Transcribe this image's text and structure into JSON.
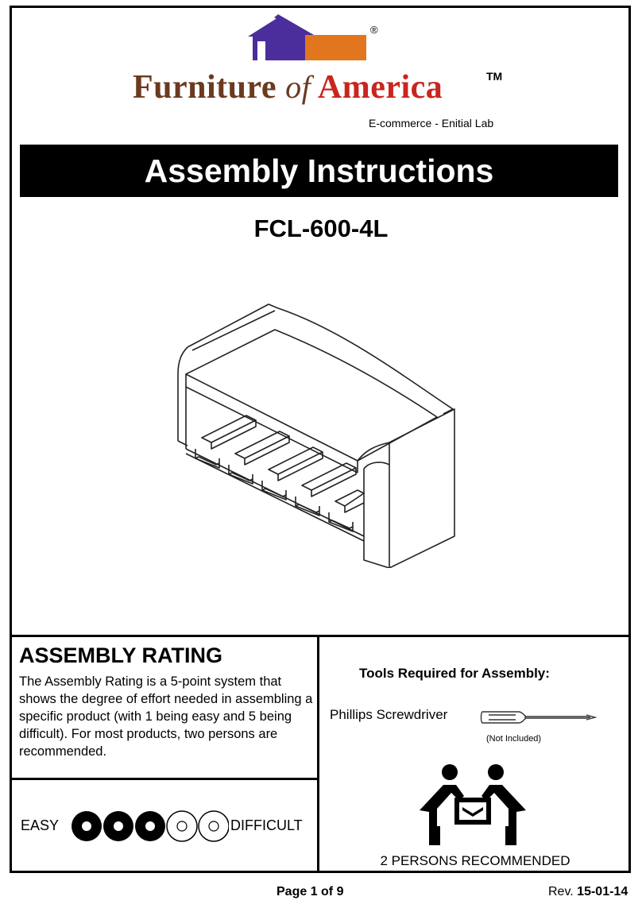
{
  "header": {
    "brand_name": "Furniture",
    "brand_of": "of",
    "brand_america": "America",
    "trademark": "TM",
    "registered": "®",
    "subtitle": "E-commerce - Enitial Lab",
    "logo_colors": {
      "house_roof": "#4b2d9b",
      "bar": "#e2761f",
      "brand_text": "#6b3a1f",
      "america": "#c8261d"
    }
  },
  "banner": {
    "title": "Assembly Instructions"
  },
  "product": {
    "model": "FCL-600-4L"
  },
  "rating": {
    "heading": "ASSEMBLY RATING",
    "description": "The Assembly Rating is a 5-point system that shows the degree of effort needed in assembling a specific product (with 1 being easy and 5 being difficult). For most products, two persons are recommended.",
    "easy_label": "EASY",
    "difficult_label": "DIFFICULT",
    "level": 3,
    "max": 5
  },
  "tools": {
    "heading": "Tools Required for Assembly:",
    "items": [
      {
        "name": "Phillips Screwdriver",
        "note": "(Not Included)",
        "icon": "screwdriver-icon"
      }
    ]
  },
  "persons": {
    "label": "2 PERSONS RECOMMENDED",
    "icon": "two-persons-icon"
  },
  "footer": {
    "page": "Page 1 of 9",
    "rev_prefix": "Rev.",
    "rev_value": "15-01-14"
  }
}
